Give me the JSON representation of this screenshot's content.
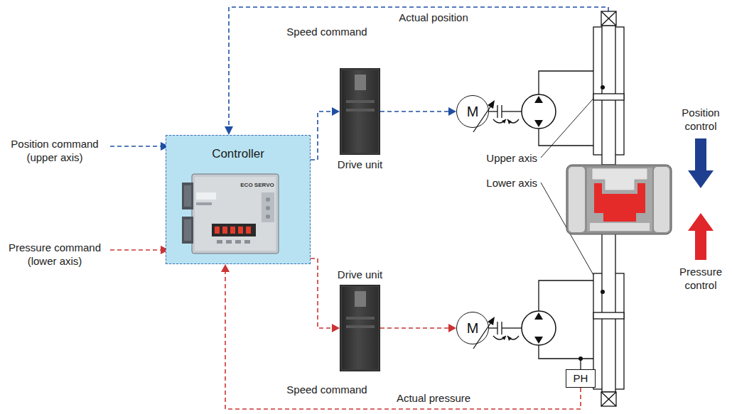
{
  "diagram": {
    "nodes": [
      {
        "text": [
          "Controller"
        ]
      },
      {
        "text": [
          "Drive unit"
        ]
      },
      {
        "text": [
          "M"
        ]
      },
      {
        "text": [
          "Drive unit"
        ]
      },
      {
        "text": [
          "M"
        ]
      },
      {
        "text": [
          "PH"
        ]
      }
    ],
    "edges": [
      {
        "from": 0,
        "to": 1,
        "label": "Speed command",
        "arrow": "to"
      },
      {
        "from": 1,
        "to": 2,
        "arrow": "to"
      },
      {
        "from": 0,
        "to": 3,
        "label": "Speed command",
        "arrow": "to"
      },
      {
        "from": 3,
        "to": 4,
        "arrow": "to"
      },
      {
        "from": 5,
        "to": 0,
        "label": "Actual pressure",
        "arrow": "to"
      }
    ],
    "labels": [
      "Actual position",
      "Position command (upper axis)",
      "Pressure command (lower axis)",
      "Upper axis",
      "Lower axis",
      "Position control",
      "Pressure control",
      "ECO SERVO"
    ]
  }
}
